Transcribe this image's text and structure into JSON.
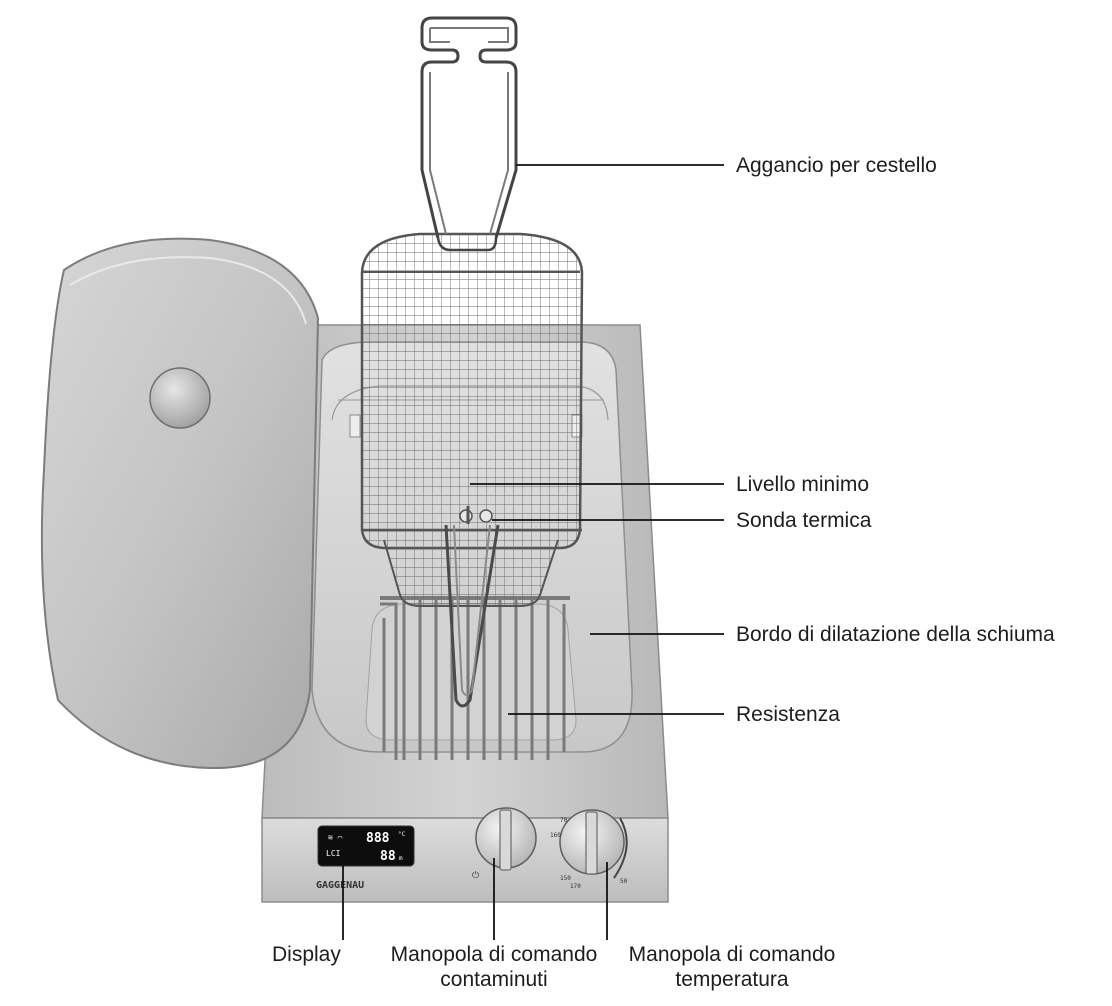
{
  "diagram": {
    "labels": {
      "basket_hook": "Aggancio per cestello",
      "min_level": "Livello minimo",
      "probe": "Sonda termica",
      "foam_edge": "Bordo di dilatazione della schiuma",
      "heater": "Resistenza",
      "display": "Display",
      "timer_knob": [
        "Manopola di comando",
        "contaminuti"
      ],
      "temp_knob": [
        "Manopola di comando",
        "temperatura"
      ]
    },
    "panel": {
      "brand": "GAGGENAU",
      "display_temp": "888",
      "display_temp_unit": "°C",
      "display_time": "88",
      "display_time_unit": "m",
      "display_mode": "LCI",
      "temp_scale": [
        "160",
        "170",
        "150",
        "50",
        "70"
      ]
    }
  }
}
